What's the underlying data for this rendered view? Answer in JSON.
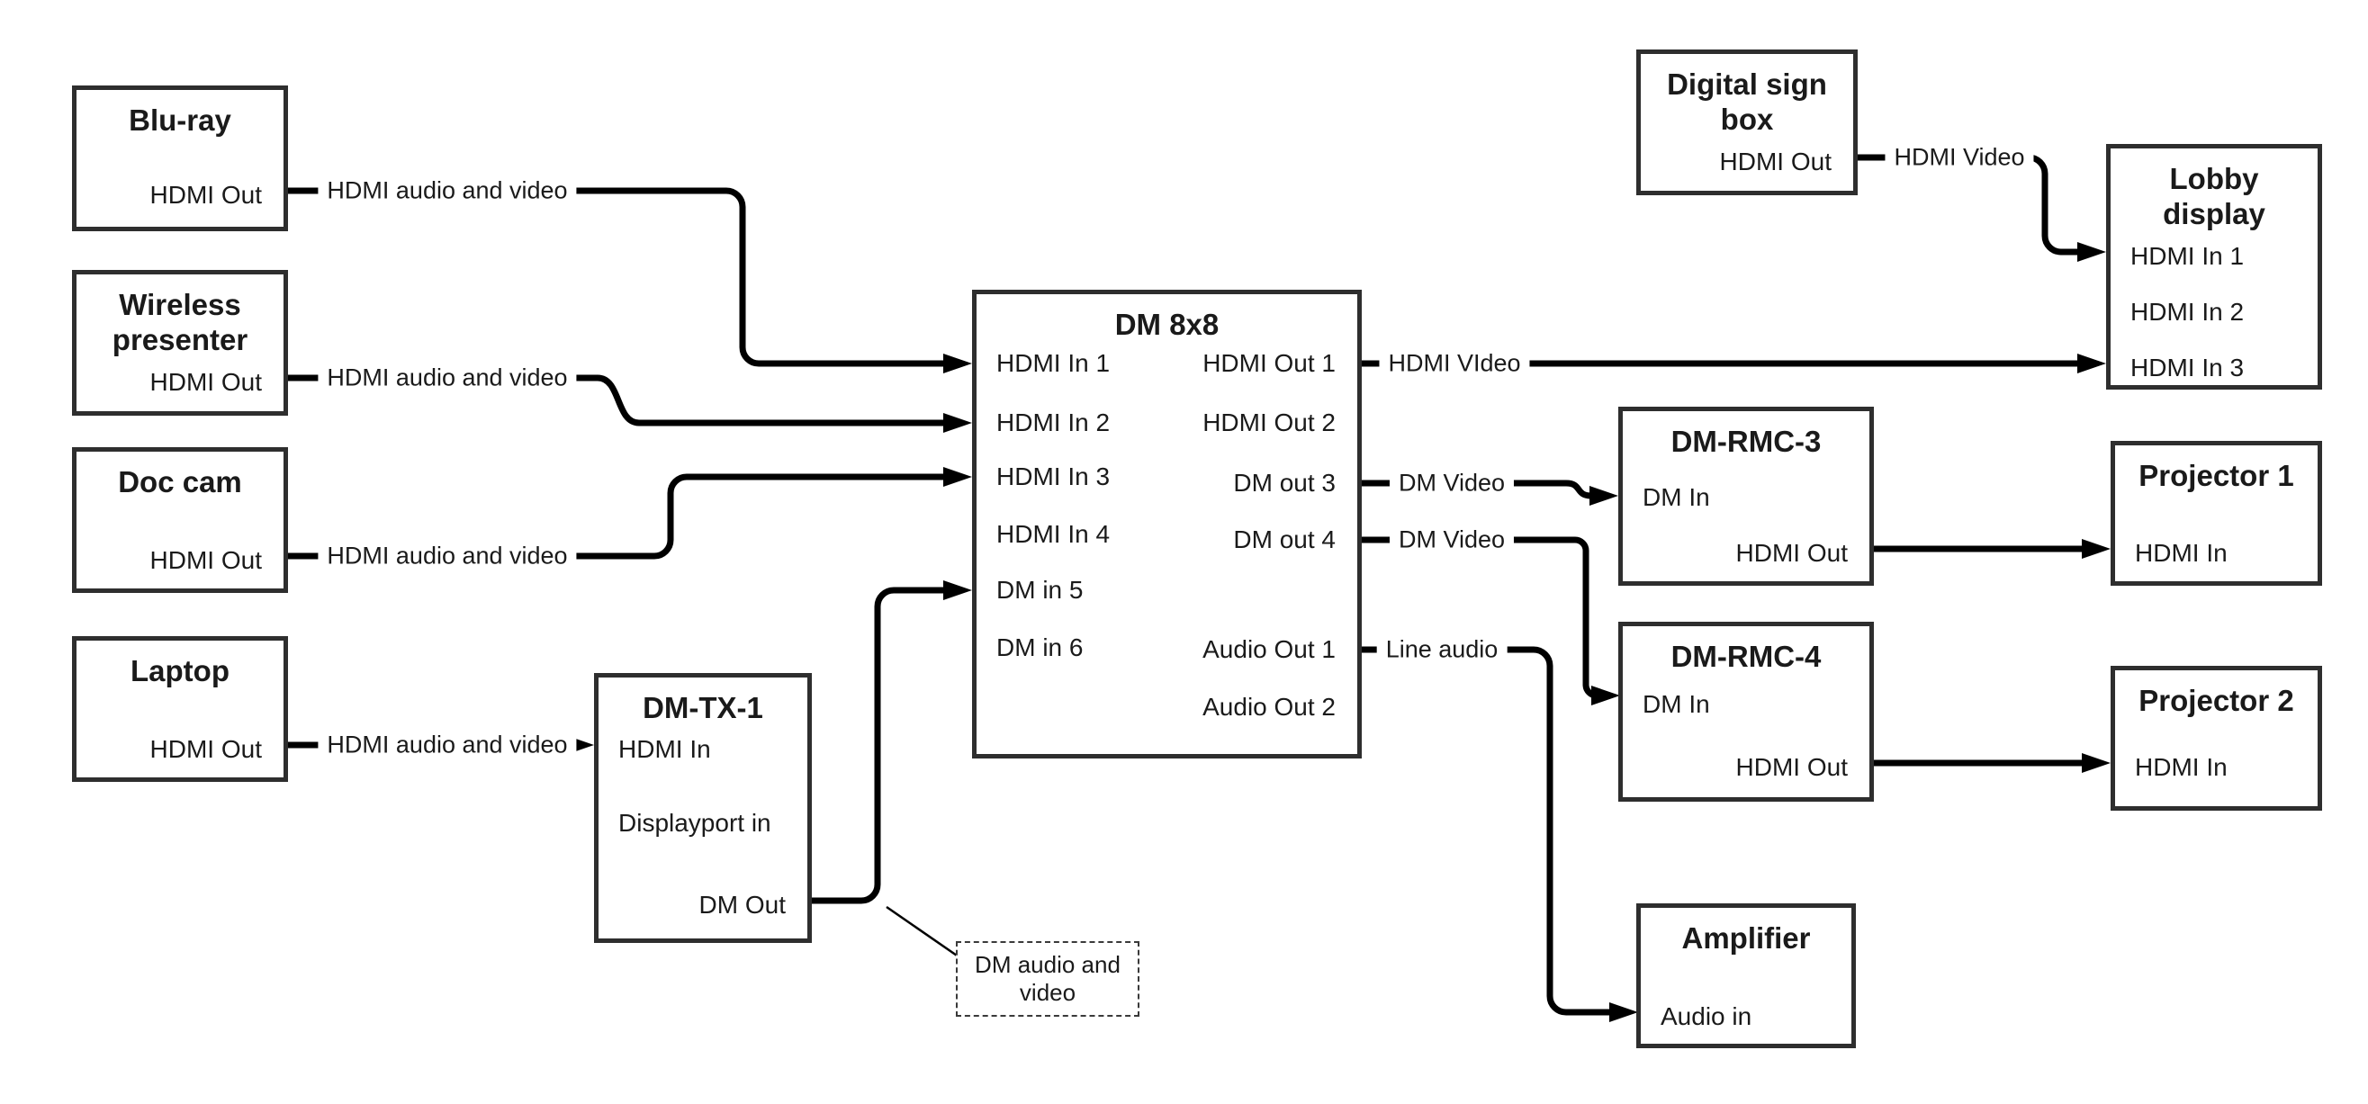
{
  "nodes": {
    "bluray": {
      "title_lines": [
        "Blu-ray"
      ],
      "port_out": "HDMI Out"
    },
    "wireless": {
      "title_lines": [
        "Wireless",
        "presenter"
      ],
      "port_out": "HDMI Out"
    },
    "doccam": {
      "title_lines": [
        "Doc cam"
      ],
      "port_out": "HDMI Out"
    },
    "laptop": {
      "title_lines": [
        "Laptop"
      ],
      "port_out": "HDMI Out"
    },
    "dmtx1": {
      "title_lines": [
        "DM-TX-1"
      ],
      "port_hdmi_in": "HDMI In",
      "port_dp_in": "Displayport in",
      "port_dm_out": "DM Out"
    },
    "dm8x8": {
      "title_lines": [
        "DM 8x8"
      ],
      "ports_left": [
        "HDMI In 1",
        "HDMI In 2",
        "HDMI In 3",
        "HDMI In 4",
        "DM in 5",
        "DM in 6"
      ],
      "ports_right": [
        "HDMI Out 1",
        "HDMI Out 2",
        "DM out 3",
        "DM out 4",
        "Audio Out 1",
        "Audio Out 2"
      ]
    },
    "digital_sign": {
      "title_lines": [
        "Digital sign",
        "box"
      ],
      "port_out": "HDMI Out"
    },
    "lobby": {
      "title_lines": [
        "Lobby",
        "display"
      ],
      "ports": [
        "HDMI In 1",
        "HDMI In 2",
        "HDMI In 3"
      ]
    },
    "rmc3": {
      "title_lines": [
        "DM-RMC-3"
      ],
      "port_dm_in": "DM In",
      "port_hdmi_out": "HDMI Out"
    },
    "proj1": {
      "title_lines": [
        "Projector 1"
      ],
      "port_hdmi_in": "HDMI In"
    },
    "rmc4": {
      "title_lines": [
        "DM-RMC-4"
      ],
      "port_dm_in": "DM In",
      "port_hdmi_out": "HDMI Out"
    },
    "proj2": {
      "title_lines": [
        "Projector 2"
      ],
      "port_hdmi_in": "HDMI In"
    },
    "amplifier": {
      "title_lines": [
        "Amplifier"
      ],
      "port_audio_in": "Audio in"
    }
  },
  "wire_labels": {
    "bluray_out": "HDMI audio and video",
    "wireless_out": "HDMI audio and video",
    "doccam_out": "HDMI audio and video",
    "laptop_out": "HDMI audio and video",
    "hdmi_out1": "HDMI VIdeo",
    "dm_out3": "DM Video",
    "dm_out4": "DM Video",
    "audio_out1": "Line audio",
    "digital_sign": "HDMI Video"
  },
  "note": {
    "line1": "DM audio and",
    "line2": "video"
  },
  "colors": {
    "wire": "#000000",
    "box_border": "#2e2e2e",
    "text": "#1a1a1a",
    "background": "#ffffff"
  }
}
